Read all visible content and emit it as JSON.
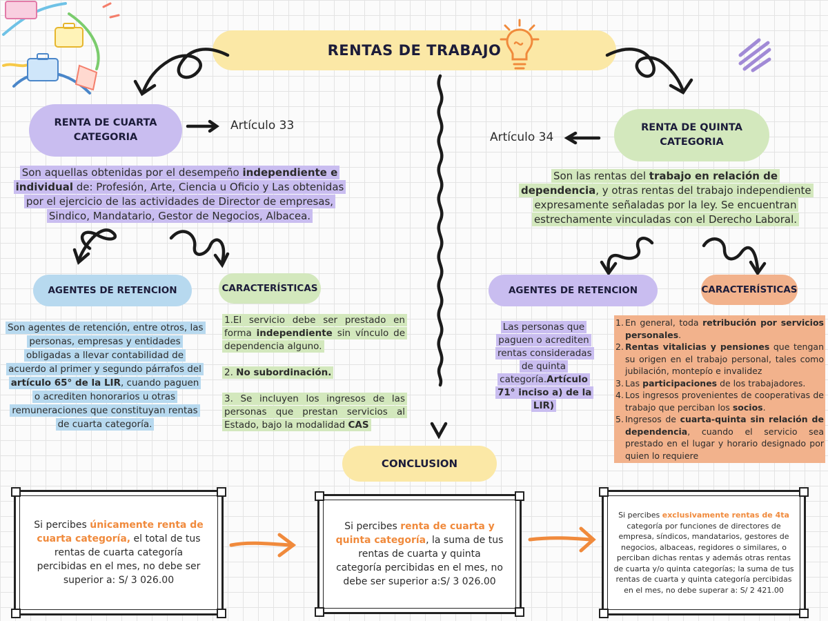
{
  "title": "RENTAS DE TRABAJO",
  "cuarta": {
    "heading_line1": "RENTA DE CUARTA",
    "heading_line2": "CATEGORIA",
    "article": "Artículo 33",
    "desc_a": "Son aquellas obtenidas por el desempeño ",
    "desc_b": "independiente e individual",
    "desc_c": " de: Profesión, Arte, Ciencia u Oficio y Las obtenidas por el ejercicio de las actividades de Director de empresas, Sindico, Mandatario, Gestor de Negocios, Albacea.",
    "agentes_title": "AGENTES DE RETENCION",
    "agentes_text_a": "Son agentes de retención, entre otros, las personas, empresas y entidades obligadas a llevar contabilidad de acuerdo al primer y segundo párrafos del ",
    "agentes_text_b": "artículo 65° de la LIR",
    "agentes_text_c": ", cuando paguen o acrediten honorarios u otras remuneraciones que constituyan rentas de cuarta categoría.",
    "caract_title": "CARACTERÍSTICAS",
    "caract_1a": "1.El servicio debe ser prestado en forma ",
    "caract_1b": "independiente",
    "caract_1c": " sin vínculo de dependencia alguno.",
    "caract_2a": "2. ",
    "caract_2b": "No subordinación.",
    "caract_3a": "3. Se incluyen los ingresos de las personas que prestan servicios al Estado, bajo la modalidad ",
    "caract_3b": "CAS"
  },
  "quinta": {
    "heading_line1": "RENTA DE QUINTA",
    "heading_line2": "CATEGORIA",
    "article": "Artículo 34",
    "desc_a": "Son las rentas del ",
    "desc_b": "trabajo en relación de dependencia",
    "desc_c": ", y otras rentas del trabajo independiente expresamente señaladas por la ley. Se encuentran estrechamente vinculadas con el Derecho Laboral.",
    "agentes_title": "AGENTES DE RETENCION",
    "agentes_text_a": "Las personas que paguen o acrediten rentas consideradas de quinta categoría.",
    "agentes_text_b": "Artículo 71° inciso a) de la LIR)",
    "caract_title": "CARACTERÍSTICAS",
    "items": [
      {
        "num": "1.",
        "a": "En general, toda ",
        "b": "retribución por servicios personales",
        "c": "."
      },
      {
        "num": "2.",
        "a": "",
        "b": "Rentas vitalicias y pensiones",
        "c": " que tengan su origen en el trabajo personal, tales como jubilación, montepío e invalidez"
      },
      {
        "num": "3.",
        "a": "Las ",
        "b": "participaciones",
        "c": " de los trabajadores."
      },
      {
        "num": "4.",
        "a": "Los ingresos provenientes de cooperativas de trabajo que perciban los ",
        "b": "socios",
        "c": "."
      },
      {
        "num": "5.",
        "a": "Ingresos de ",
        "b": "cuarta-quinta sin relación de dependencia",
        "c": ", cuando el servicio sea prestado en el lugar y horario designado por quien lo requiere"
      }
    ]
  },
  "conclusion": {
    "title": "CONCLUSION",
    "box1_a": "Si percibes ",
    "box1_b": "únicamente renta de cuarta categoría,",
    "box1_c": " el total de tus rentas de cuarta categoría percibidas en el mes, no debe ser superior a: S/ 3 026.00",
    "box2_a": "Si percibes ",
    "box2_b": "renta de cuarta y quinta categoría",
    "box2_c": ", la suma de tus rentas de cuarta y quinta categoría percibidas en el mes, no debe ser superior a:S/ 3 026.00",
    "box3_a": "Si percibes ",
    "box3_b": "exclusivamente rentas de 4ta",
    "box3_c": " categoría por funciones de directores de empresa, síndicos, mandatarios, gestores de negocios, albaceas, regidores o similares, o perciban dichas rentas y además otras rentas de cuarta y/o quinta categorías; la suma de tus rentas de cuarta y quinta categoría percibidas en el mes, no debe superar a: S/ 2 421.00"
  },
  "colors": {
    "purple": "#c9bdf0",
    "green": "#d3e8bd",
    "blue": "#b7d9ef",
    "orange": "#f2b28c",
    "yellow": "#fbe8a6",
    "accent_text": "#f08a3c"
  },
  "icons": [
    "briefcase-doodle-icon",
    "lightbulb-icon",
    "squiggle-decoration-icon"
  ]
}
